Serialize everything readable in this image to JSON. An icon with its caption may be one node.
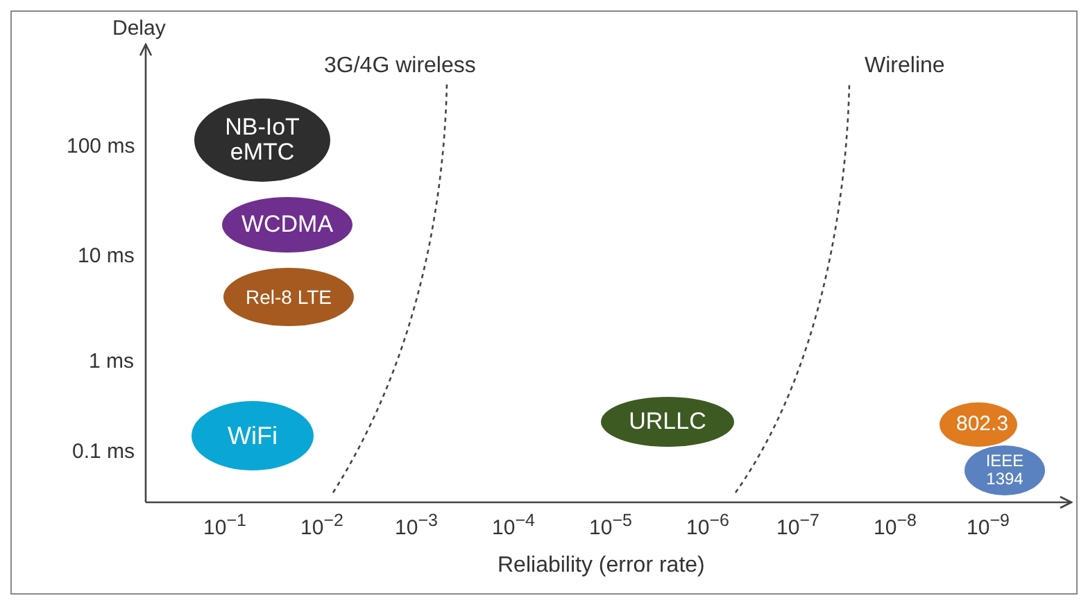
{
  "diagram": {
    "nodes": [
      {
        "text": [
          "NB-IoT eMTC"
        ]
      },
      {
        "text": [
          "WCDMA"
        ]
      },
      {
        "text": [
          "Rel-8 LTE"
        ]
      },
      {
        "text": [
          "WiFi"
        ]
      },
      {
        "text": [
          "URLLC"
        ]
      },
      {
        "text": [
          "802.3"
        ]
      },
      {
        "text": [
          "IEEE 1394"
        ]
      }
    ],
    "edges": [],
    "labels": [
      "Delay",
      "3G/4G wireless",
      "Wireline",
      "100 ms",
      "10 ms",
      "1 ms",
      "0.1 ms",
      "10$^{−1}$",
      "10$^{−2}$",
      "10$^{−3}$",
      "10$^{−4}$",
      "10$^{−5}$",
      "10$^{−6}$",
      "10$^{−7}$",
      "10$^{−8}$",
      "10$^{−9}$",
      "Reliability (error rate)"
    ]
  }
}
